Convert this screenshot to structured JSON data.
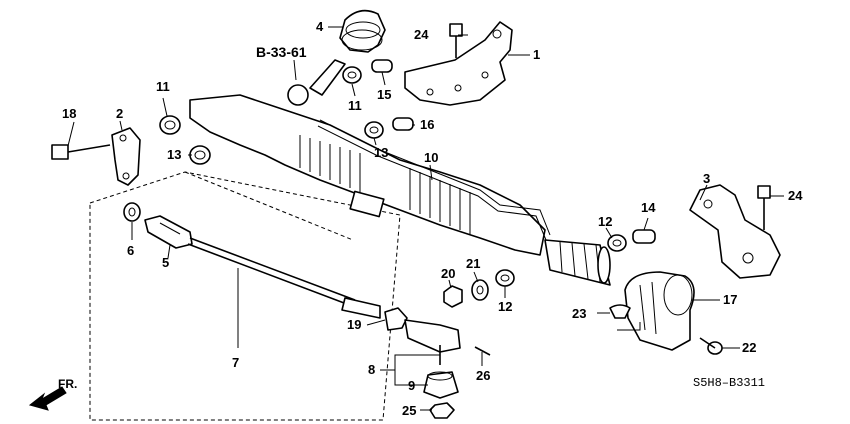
{
  "reference": "B-33-61",
  "diagram_code": "S5H8–B3311",
  "direction_label": "FR.",
  "callouts": {
    "c1": "1",
    "c2": "2",
    "c3": "3",
    "c4": "4",
    "c5": "5",
    "c6": "6",
    "c7": "7",
    "c8": "8",
    "c9": "9",
    "c10": "10",
    "c11a": "11",
    "c11b": "11",
    "c12a": "12",
    "c12b": "12",
    "c13a": "13",
    "c13b": "13",
    "c14": "14",
    "c15": "15",
    "c16": "16",
    "c17": "17",
    "c18": "18",
    "c19": "19",
    "c20": "20",
    "c21": "21",
    "c22": "22",
    "c23": "23",
    "c24a": "24",
    "c24b": "24",
    "c25": "25",
    "c26": "26"
  }
}
